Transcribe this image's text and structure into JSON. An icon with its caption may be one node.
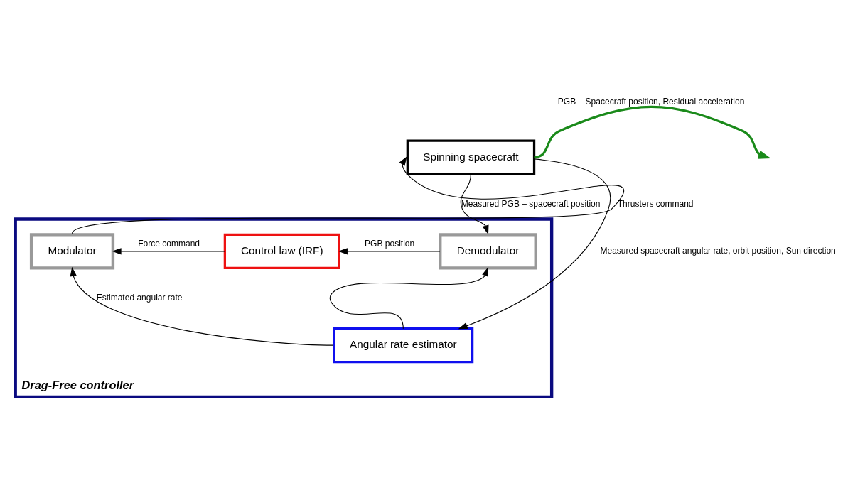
{
  "diagram": {
    "nodes": [
      {
        "text": [
          "Spinning spacecraft"
        ]
      },
      {
        "text": [
          "Drag-Free controller"
        ]
      },
      {
        "text": [
          "Modulator"
        ],
        "in": 1
      },
      {
        "text": [
          "Control law (IRF)"
        ],
        "in": 1
      },
      {
        "text": [
          "Demodulator"
        ],
        "in": 1
      },
      {
        "text": [
          "Angular rate estimator"
        ],
        "in": 1
      }
    ],
    "edges": [
      {
        "from": 2,
        "to": 0,
        "arrow": "to",
        "label": "Thrusters command"
      },
      {
        "from": 0,
        "to": null,
        "arrow": "to",
        "label": "PGB – Spacecraft position, Residual acceleration",
        "style": "thick",
        "color": "#1a8a1a"
      },
      {
        "from": 0,
        "to": 5,
        "arrow": "to",
        "label": "Measured spacecraft angular rate, orbit position, Sun direction"
      },
      {
        "from": 0,
        "to": 4,
        "arrow": "to",
        "label": "Measured PGB – spacecraft position"
      },
      {
        "from": 4,
        "to": 3,
        "arrow": "to",
        "label": "PGB position"
      },
      {
        "from": 3,
        "to": 2,
        "arrow": "to",
        "label": "Force command"
      },
      {
        "from": 5,
        "to": 2,
        "arrow": "to",
        "label": "Estimated angular rate"
      },
      {
        "from": 5,
        "to": 4,
        "arrow": "to"
      }
    ]
  }
}
